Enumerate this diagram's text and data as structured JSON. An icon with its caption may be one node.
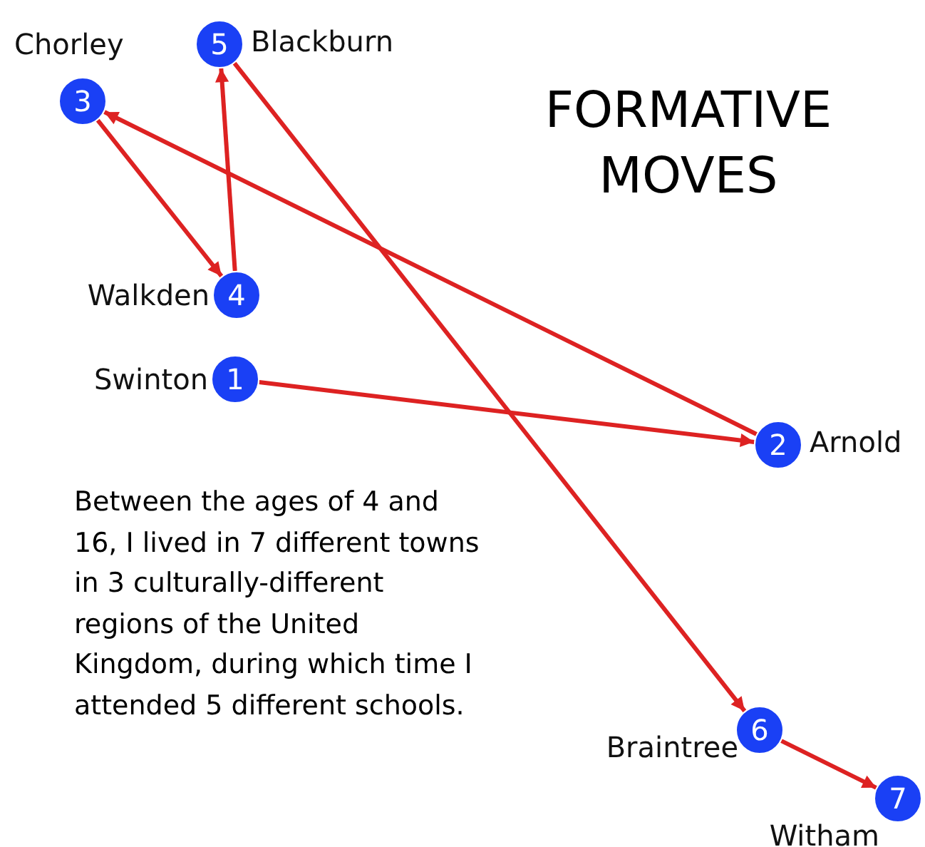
{
  "diagram": {
    "title": "FORMATIVE MOVES",
    "nodes": [
      {
        "text": [
          "1"
        ],
        "beside": [
          "Swinton"
        ]
      },
      {
        "text": [
          "2"
        ],
        "beside": [
          "Arnold"
        ]
      },
      {
        "text": [
          "3"
        ],
        "beside": [
          "Chorley"
        ]
      },
      {
        "text": [
          "4"
        ],
        "beside": [
          "Walkden"
        ]
      },
      {
        "text": [
          "5"
        ],
        "beside": [
          "Blackburn"
        ]
      },
      {
        "text": [
          "6"
        ],
        "beside": [
          "Braintree"
        ]
      },
      {
        "text": [
          "7"
        ],
        "beside": [
          "Witham"
        ]
      }
    ],
    "edges": [
      {
        "from": 0,
        "to": 1,
        "arrow": "to"
      },
      {
        "from": 1,
        "to": 2,
        "arrow": "to"
      },
      {
        "from": 2,
        "to": 3,
        "arrow": "to"
      },
      {
        "from": 3,
        "to": 4,
        "arrow": "to"
      },
      {
        "from": 4,
        "to": 5,
        "arrow": "to"
      },
      {
        "from": 5,
        "to": 6,
        "arrow": "to"
      }
    ],
    "labels": [
      "Between the ages of 4 and 16, I lived in 7 different towns in 3 culturally-different regions of the United Kingdom, during which time I attended 5 different schools."
    ]
  }
}
